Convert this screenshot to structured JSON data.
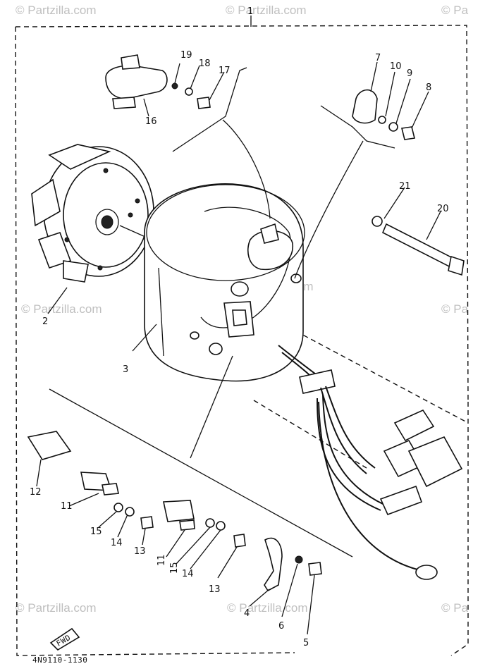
{
  "diagram": {
    "assembly_label": "1",
    "part_labels": [
      {
        "id": "p1",
        "text": "1"
      },
      {
        "id": "p2",
        "text": "2"
      },
      {
        "id": "p3",
        "text": "3"
      },
      {
        "id": "p4",
        "text": "4"
      },
      {
        "id": "p5",
        "text": "5"
      },
      {
        "id": "p6",
        "text": "6"
      },
      {
        "id": "p7",
        "text": "7"
      },
      {
        "id": "p8",
        "text": "8"
      },
      {
        "id": "p9",
        "text": "9"
      },
      {
        "id": "p10",
        "text": "10"
      },
      {
        "id": "p11a",
        "text": "11"
      },
      {
        "id": "p11b",
        "text": "11"
      },
      {
        "id": "p12",
        "text": "12"
      },
      {
        "id": "p13a",
        "text": "13"
      },
      {
        "id": "p13b",
        "text": "13"
      },
      {
        "id": "p14a",
        "text": "14"
      },
      {
        "id": "p14b",
        "text": "14"
      },
      {
        "id": "p15a",
        "text": "15"
      },
      {
        "id": "p15b",
        "text": "15"
      },
      {
        "id": "p16",
        "text": "16"
      },
      {
        "id": "p17",
        "text": "17"
      },
      {
        "id": "p18",
        "text": "18"
      },
      {
        "id": "p19",
        "text": "19"
      },
      {
        "id": "p20",
        "text": "20"
      },
      {
        "id": "p21",
        "text": "21"
      }
    ],
    "figure_code": "4N9110-1130",
    "fwd_mark": "FWD"
  },
  "watermarks": {
    "text_full": "© Partzilla.com",
    "text_partial": "© Pa"
  }
}
